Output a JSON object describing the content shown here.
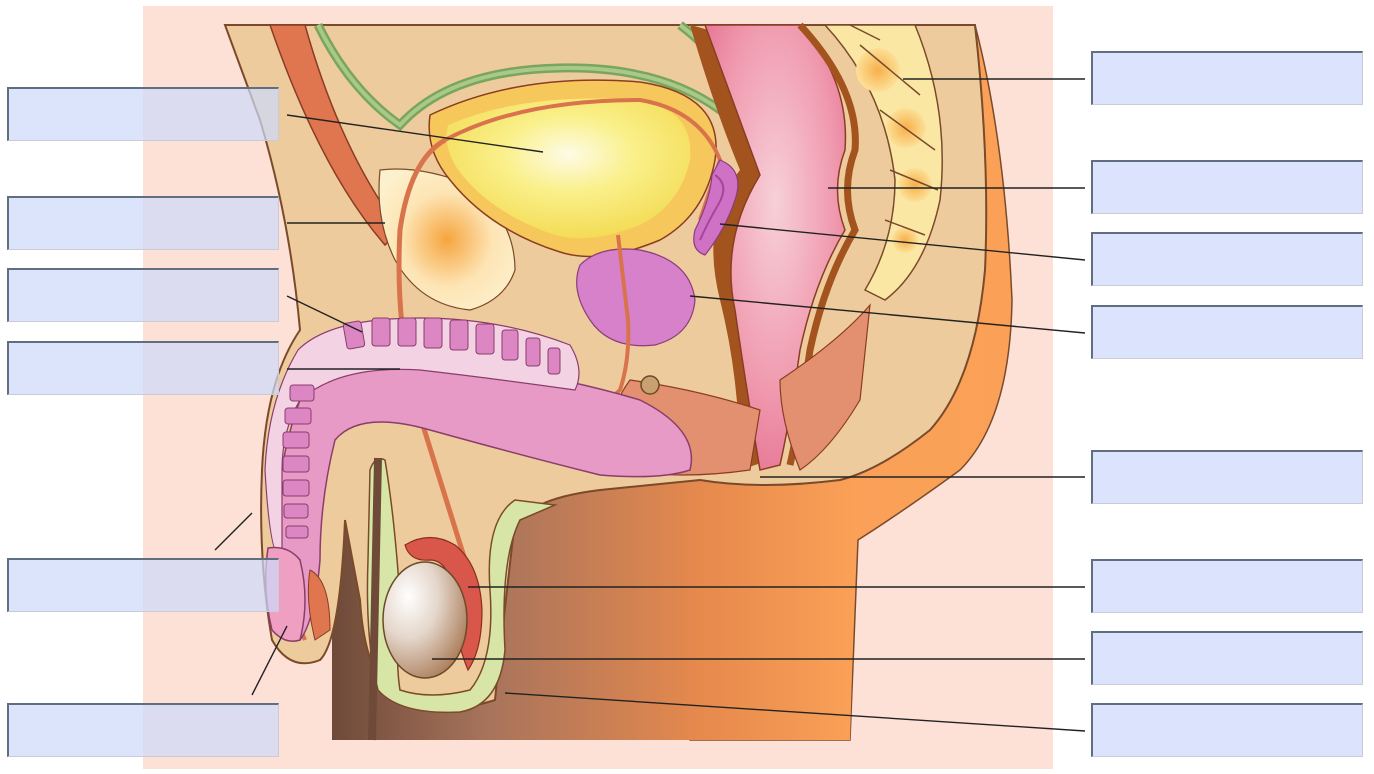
{
  "diagram": {
    "colors": {
      "background_panel": "#fde0d6",
      "skin": "#eecb9d",
      "bladder_wall": "#f6c75a",
      "bladder_interior": "#faf08a",
      "muscle": "#e0764f",
      "erectile_tissue": "#e79ac6",
      "urethra": "#d9739e",
      "prostate": "#d681c9",
      "rectum": "#e86f94",
      "testis": "#b08a70",
      "epididymis": "#d8574a",
      "label_box_fill": "#dbe3fd",
      "leader_line": "#222222"
    }
  },
  "labels": {
    "left": [
      {
        "id": "L1",
        "text": ""
      },
      {
        "id": "L2",
        "text": ""
      },
      {
        "id": "L3",
        "text": ""
      },
      {
        "id": "L4",
        "text": ""
      },
      {
        "id": "L5",
        "text": ""
      },
      {
        "id": "L6",
        "text": ""
      }
    ],
    "right": [
      {
        "id": "R1",
        "text": ""
      },
      {
        "id": "R2",
        "text": ""
      },
      {
        "id": "R3",
        "text": ""
      },
      {
        "id": "R4",
        "text": ""
      },
      {
        "id": "R5",
        "text": ""
      },
      {
        "id": "R6",
        "text": ""
      },
      {
        "id": "R7",
        "text": ""
      },
      {
        "id": "R8",
        "text": ""
      }
    ]
  }
}
